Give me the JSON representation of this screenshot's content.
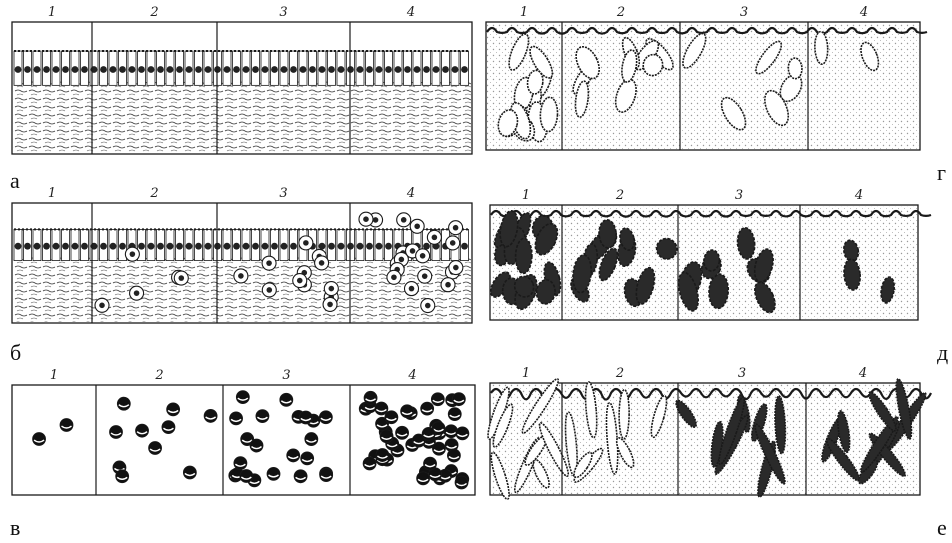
{
  "figure": {
    "panel_letters": [
      "а",
      "б",
      "в",
      "г",
      "д",
      "е"
    ],
    "column_numbers": [
      "1",
      "2",
      "3",
      "4"
    ],
    "colors": {
      "ink": "#1a1a1a",
      "paper": "#ffffff"
    },
    "panel_types": [
      "epithelium",
      "epithelium-leukocytes",
      "loose-cells",
      "glands-sparse",
      "glands-dense",
      "glands-folds"
    ]
  }
}
